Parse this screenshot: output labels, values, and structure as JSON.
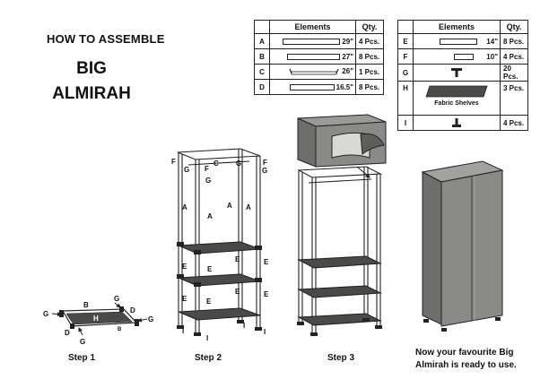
{
  "heading": {
    "subtitle": "HOW TO ASSEMBLE",
    "title_line1": "BIG",
    "title_line2": "ALMIRAH"
  },
  "table_left": {
    "headers": [
      "Elements",
      "Qty."
    ],
    "rows": [
      {
        "code": "A",
        "size": "29\"",
        "qty": "4 Pcs."
      },
      {
        "code": "B",
        "size": "27\"",
        "qty": "8 Pcs."
      },
      {
        "code": "C",
        "size": "26\"",
        "qty": "1 Pcs."
      },
      {
        "code": "D",
        "size": "16.5\"",
        "qty": "8 Pcs."
      }
    ]
  },
  "table_right": {
    "headers": [
      "Elements",
      "Qty."
    ],
    "rows": [
      {
        "code": "E",
        "size": "14\"",
        "qty": "8 Pcs."
      },
      {
        "code": "F",
        "size": "10\"",
        "qty": "4 Pcs."
      },
      {
        "code": "G",
        "label": "",
        "qty": "20 Pcs."
      },
      {
        "code": "H",
        "label": "Fabric Shelves",
        "qty": "3 Pcs."
      },
      {
        "code": "I",
        "label": "",
        "qty": "4 Pcs."
      }
    ]
  },
  "steps": {
    "step1": "Step 1",
    "step2": "Step 2",
    "step3": "Step 3",
    "final_line1": "Now your favourite Big",
    "final_line2": "Almirah is ready to use."
  },
  "diagram_labels": {
    "A": "A",
    "B": "B",
    "C": "C",
    "D": "D",
    "E": "E",
    "F": "F",
    "G": "G",
    "H": "H",
    "I": "I"
  },
  "colors": {
    "shelf": "#4a4a48",
    "cover": "#8a8a88",
    "cover_dark": "#5e5e5c",
    "line": "#222222"
  }
}
